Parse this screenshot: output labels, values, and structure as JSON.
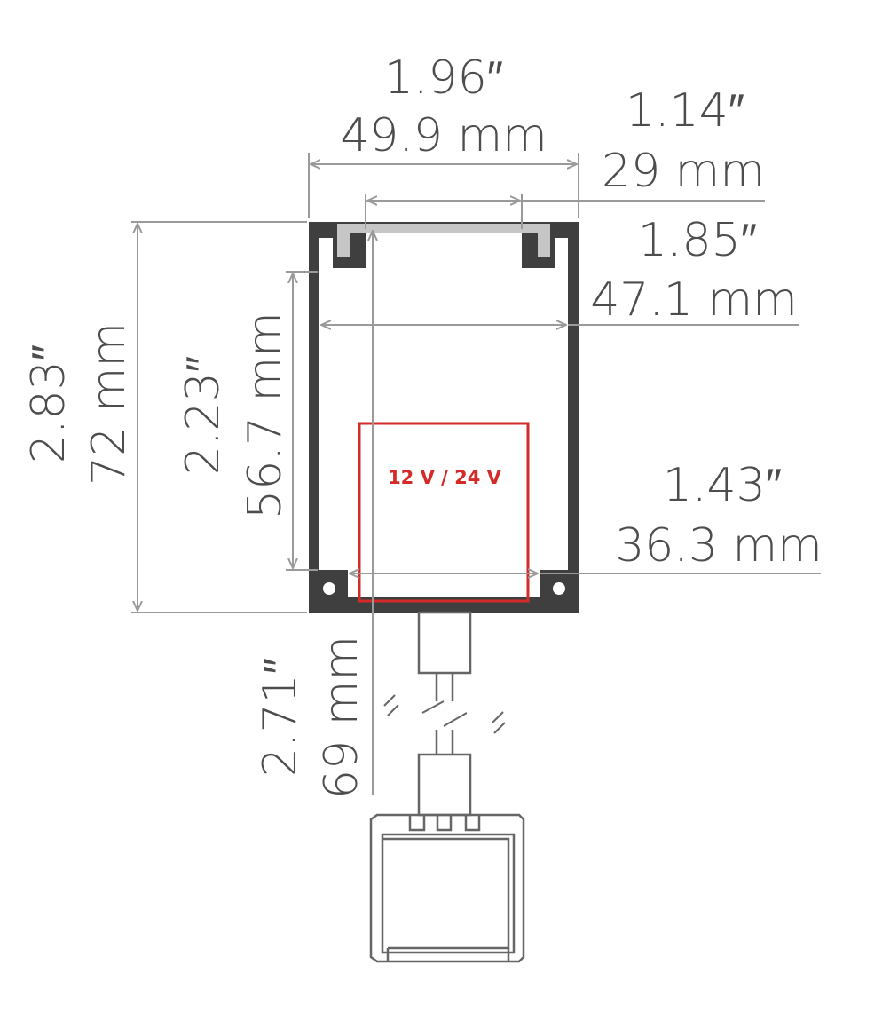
{
  "dimensions": {
    "total_width": {
      "inch": "1.96″",
      "mm": "49.9 mm"
    },
    "opening_width": {
      "inch": "1.14″",
      "mm": "29 mm"
    },
    "inner_width": {
      "inch": "1.85″",
      "mm": "47.1 mm"
    },
    "total_height": {
      "inch": "2.83″",
      "mm": "72 mm"
    },
    "inner_height": {
      "inch": "2.23″",
      "mm": "56.7 mm"
    },
    "bottom_width": {
      "inch": "1.43″",
      "mm": "36.3 mm"
    },
    "mount_depth": {
      "inch": "2.71″",
      "mm": "69 mm"
    }
  },
  "driver_label": "12 V / 24 V",
  "colors": {
    "profile": "#3f3f3f",
    "dimension_lines": "#9a9a9a",
    "text": "#4d4d4d",
    "driver": "#d42a2a"
  }
}
